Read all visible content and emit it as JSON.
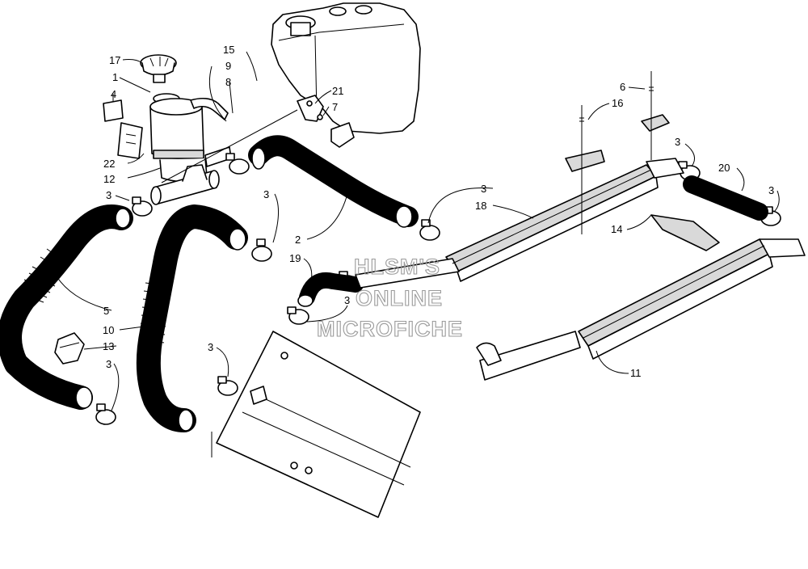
{
  "callouts": [
    {
      "id": "c17",
      "text": "17"
    },
    {
      "id": "c1",
      "text": "1"
    },
    {
      "id": "c4",
      "text": "4"
    },
    {
      "id": "c22",
      "text": "22"
    },
    {
      "id": "c12",
      "text": "12"
    },
    {
      "id": "c9",
      "text": "9"
    },
    {
      "id": "c8",
      "text": "8"
    },
    {
      "id": "c15",
      "text": "15"
    },
    {
      "id": "c21",
      "text": "21"
    },
    {
      "id": "c7",
      "text": "7"
    },
    {
      "id": "c3a",
      "text": "3"
    },
    {
      "id": "c3b",
      "text": "3"
    },
    {
      "id": "c2",
      "text": "2"
    },
    {
      "id": "c5",
      "text": "5"
    },
    {
      "id": "c10",
      "text": "10"
    },
    {
      "id": "c13",
      "text": "13"
    },
    {
      "id": "c3c",
      "text": "3"
    },
    {
      "id": "c3d",
      "text": "3"
    },
    {
      "id": "c19",
      "text": "19"
    },
    {
      "id": "c3e",
      "text": "3"
    },
    {
      "id": "c3f",
      "text": "3"
    },
    {
      "id": "c18",
      "text": "18"
    },
    {
      "id": "c16",
      "text": "16"
    },
    {
      "id": "c6",
      "text": "6"
    },
    {
      "id": "c3g",
      "text": "3"
    },
    {
      "id": "c20",
      "text": "20"
    },
    {
      "id": "c3h",
      "text": "3"
    },
    {
      "id": "c14",
      "text": "14"
    },
    {
      "id": "c11",
      "text": "11"
    }
  ],
  "watermark": {
    "line1": "HLSM'S",
    "line2": "ONLINE",
    "line3": "MICROFICHE"
  }
}
